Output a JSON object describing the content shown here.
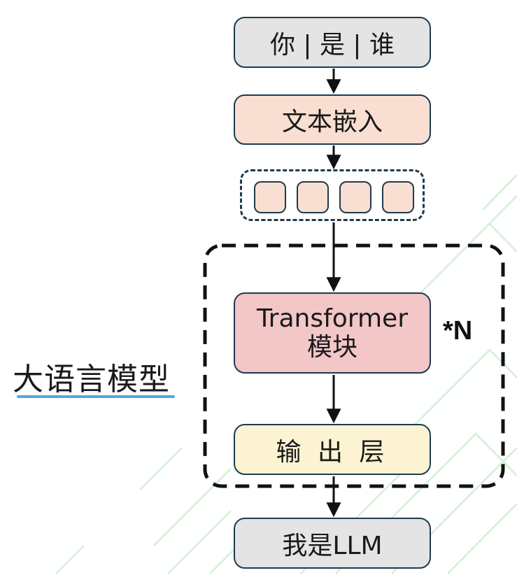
{
  "nodes": {
    "input": "你 | 是 | 谁",
    "embedding": "文本嵌入",
    "transformer_line1": "Transformer",
    "transformer_line2": "模块",
    "output_layer": "输 出 层",
    "result": "我是LLM"
  },
  "repeat_label": "*N",
  "model_label": "大语言模型",
  "token_count": 4,
  "colors": {
    "input_fill": "#e4e4e4",
    "embedding_fill": "#f9dfd2",
    "transformer_fill": "#f3c6c8",
    "output_fill": "#fbf3d2",
    "result_fill": "#e4e4e4",
    "border": "#1f3a4d",
    "underline": "#4ea8de"
  }
}
